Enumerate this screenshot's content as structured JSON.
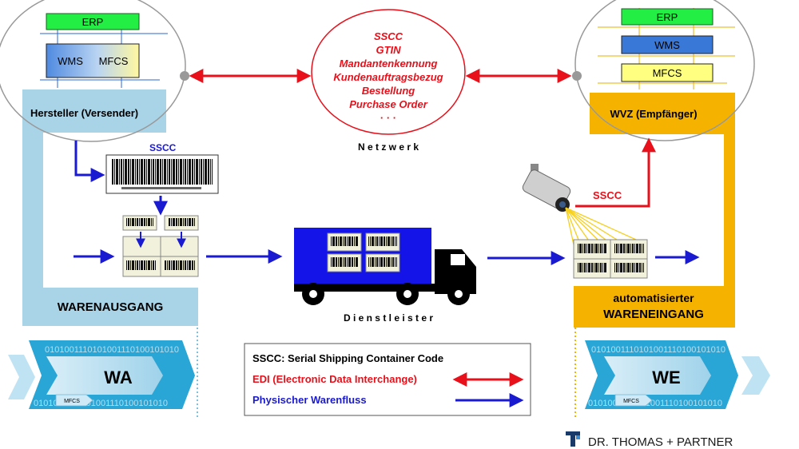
{
  "sender": {
    "erp": "ERP",
    "wms": "WMS",
    "mfcs": "MFCS",
    "title": "Hersteller (Versender)",
    "sscc_label": "SSCC",
    "outbound_title": "WARENAUSGANG",
    "wa_label": "WA",
    "wa_mfcs": "MFCS",
    "binary_text": "0101001110101001110100101010"
  },
  "network": {
    "items": [
      "SSCC",
      "GTIN",
      "Mandantenkennung",
      "Kundenauftragsbezug",
      "Bestellung",
      "Purchase Order",
      "· · ·"
    ],
    "label": "N e t z w e r k"
  },
  "receiver": {
    "erp": "ERP",
    "wms": "WMS",
    "mfcs": "MFCS",
    "title": "WVZ (Empfänger)",
    "sscc_label": "SSCC",
    "inbound_title_1": "automatisierter",
    "inbound_title_2": "WARENEINGANG",
    "we_label": "WE",
    "we_mfcs": "MFCS",
    "binary_text": "0101001110101001110100101010"
  },
  "carrier": {
    "label": "D i e n s t l e i s t e r"
  },
  "legend": {
    "sscc": "SSCC: Serial Shipping Container Code",
    "edi": "EDI (Electronic Data Interchange)",
    "flow": "Physischer Warenfluss"
  },
  "brand": {
    "name": "DR. THOMAS + PARTNER"
  },
  "colors": {
    "edi_red": "#e8101a",
    "flow_blue": "#1a1ad0",
    "sender_blue": "#a9d3e6",
    "receiver_orange": "#f5b300",
    "erp_green": "#22ee44",
    "wms_blue": "#3a78d8",
    "mfcs_yellow": "#ffff80",
    "truck_blue": "#1414e8"
  }
}
